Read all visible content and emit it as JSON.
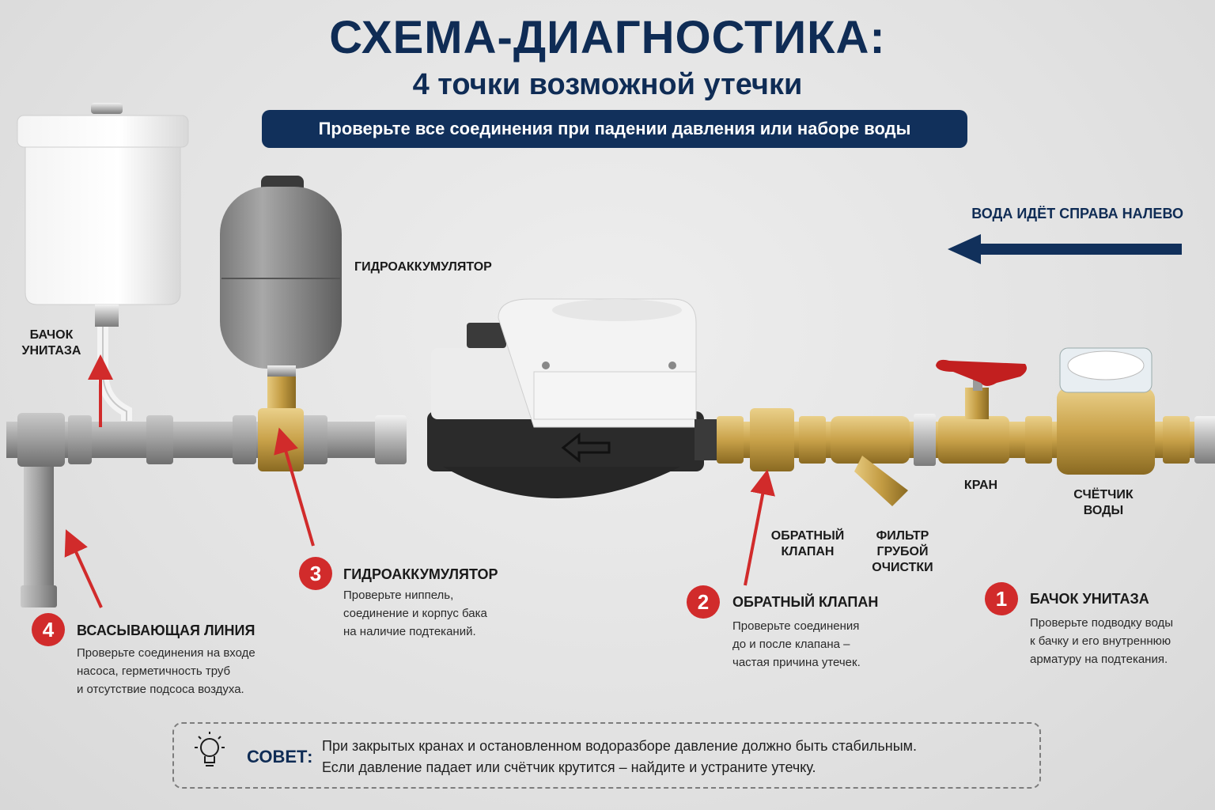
{
  "header": {
    "title": "СХЕМА-ДИАГНОСТИКА:",
    "subtitle": "4 точки возможной утечки",
    "banner": "Проверьте все соединения при падении давления или наборе воды"
  },
  "flow": {
    "label": "ВОДА ИДЁТ СПРАВА НАЛЕВО",
    "direction": "right-to-left"
  },
  "component_labels": {
    "tank": [
      "БАЧОК",
      "УНИТАЗА"
    ],
    "accumulator": "ГИДРОАККУМУЛЯТОР",
    "check_valve": [
      "ОБРАТНЫЙ",
      "КЛАПАН"
    ],
    "filter": [
      "ФИЛЬТР",
      "ГРУБОЙ",
      "ОЧИСТКИ"
    ],
    "valve": "КРАН",
    "meter": [
      "СЧЁТЧИК",
      "ВОДЫ"
    ]
  },
  "points": [
    {
      "number": "1",
      "title": "БАЧОК УНИТАЗА",
      "text": [
        "Проверьте подводку воды",
        "к бачку и его внутреннюю",
        "арматуру на подтекания."
      ]
    },
    {
      "number": "2",
      "title": "ОБРАТНЫЙ КЛАПАН",
      "text": [
        "Проверьте соединения",
        "до и после клапана –",
        "частая причина утечек."
      ]
    },
    {
      "number": "3",
      "title": "ГИДРОАККУМУЛЯТОР",
      "text": [
        "Проверьте ниппель,",
        "соединение и корпус бака",
        "на наличие подтеканий."
      ]
    },
    {
      "number": "4",
      "title": "ВСАСЫВАЮЩАЯ ЛИНИЯ",
      "text": [
        "Проверьте соединения на входе",
        "насоса, герметичность труб",
        "и отсутствие подсоса воздуха."
      ]
    }
  ],
  "tip": {
    "title": "СОВЕТ:",
    "lines": [
      "При закрытых кранах и остановленном водоразборе давление должно быть стабильным.",
      "Если давление падает или счётчик крутится – найдите и устраните утечку."
    ]
  },
  "colors": {
    "navy": "#11305b",
    "alert_red": "#d12b2b",
    "brass": "#c9a24a",
    "pipe_gray": "#9a9a9a"
  },
  "icons": {
    "tip": "lightbulb-icon",
    "flow": "arrow-left-icon"
  }
}
